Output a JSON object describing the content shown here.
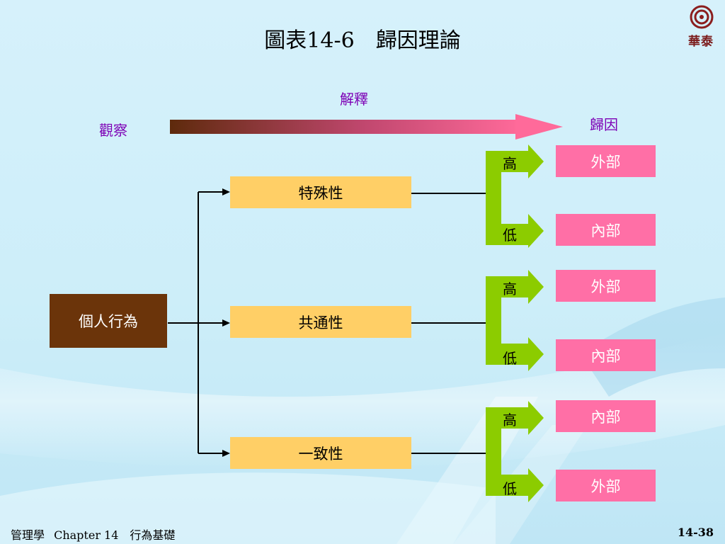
{
  "title": "圖表14-6　歸因理論",
  "logo": {
    "text": "華泰",
    "icon": "concentric-circle-logo"
  },
  "header_labels": {
    "observe": "觀察",
    "interpret": "解釋",
    "attribute": "歸因"
  },
  "individual_behavior": "個人行為",
  "dimensions": [
    {
      "label": "特殊性",
      "high_label": "高",
      "low_label": "低",
      "high_result": "外部",
      "low_result": "內部"
    },
    {
      "label": "共通性",
      "high_label": "高",
      "low_label": "低",
      "high_result": "外部",
      "low_result": "內部"
    },
    {
      "label": "一致性",
      "high_label": "高",
      "low_label": "低",
      "high_result": "內部",
      "low_result": "外部"
    }
  ],
  "colors": {
    "green_bracket": "#8ccc00",
    "pink_result": "#ff6fa6",
    "yellow_dimension": "#ffcf66",
    "brown_behavior": "#6b340a",
    "purple_text": "#7d00b5",
    "logo_red": "#8b1e1e"
  },
  "footer": {
    "left": "管理學  Chapter 14　行為基礎",
    "page": "14-38"
  }
}
